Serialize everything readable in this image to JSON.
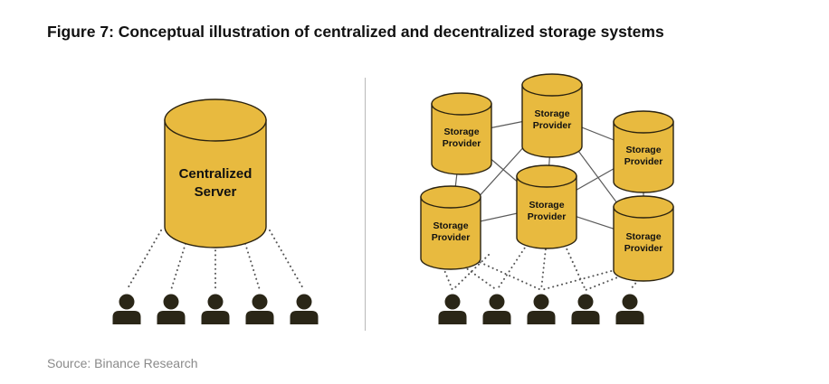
{
  "figure": {
    "title": "Figure 7: Conceptual illustration of centralized and decentralized storage systems",
    "source": "Source: Binance Research"
  },
  "centralized": {
    "server_label_line1": "Centralized",
    "server_label_line2": "Server"
  },
  "decentralized": {
    "provider_label_line1": "Storage",
    "provider_label_line2": "Provider"
  },
  "colors": {
    "cylinder_fill": "#E8BA3F",
    "cylinder_outline": "#2b2310",
    "user_fill": "#2a2617",
    "link_line": "#5a5a5a",
    "dotted_line": "#555555"
  }
}
